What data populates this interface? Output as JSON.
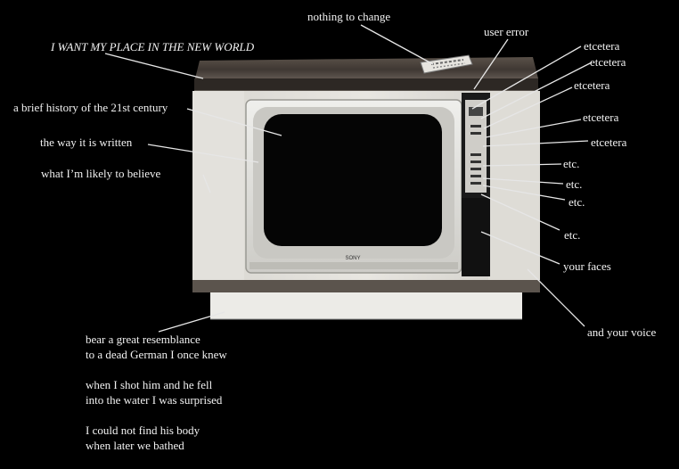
{
  "labels": {
    "nothing_to_change": "nothing to change",
    "user_error": "user error",
    "want_place": "I WANT MY PLACE IN THE NEW WORLD",
    "brief_history": "a brief history of the 21st century",
    "way_written": "the way it is written",
    "likely_believe": "what I’m likely to believe",
    "etcetera": [
      "etcetera",
      "etcetera",
      "etcetera",
      "etcetera",
      "etcetera"
    ],
    "etc": [
      "etc.",
      "etc.",
      "etc.",
      "etc."
    ],
    "your_faces": "your faces",
    "your_voice": "and your voice"
  },
  "poem": [
    "bear a great resemblance",
    "to a dead German I once knew",
    "when I shot him and he fell",
    "into the water I was surprised",
    "I could not find his body",
    "when later we bathed"
  ],
  "tv": {
    "brand": "SONY"
  }
}
